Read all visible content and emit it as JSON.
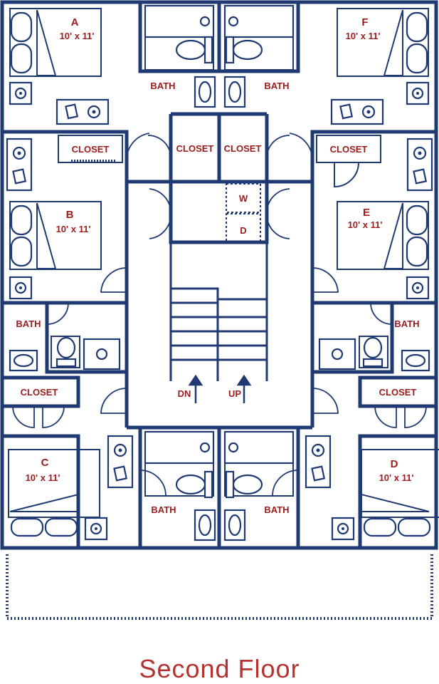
{
  "title": "Second Floor",
  "colors": {
    "walls": "#1f3a73",
    "labels": "#9b1c1c",
    "caption": "#b5332f"
  },
  "rooms": {
    "a": {
      "letter": "A",
      "size": "10' x 11'"
    },
    "b": {
      "letter": "B",
      "size": "10' x 11'"
    },
    "c": {
      "letter": "C",
      "size": "10' x 11'"
    },
    "d": {
      "letter": "D",
      "size": "10' x 11'"
    },
    "e": {
      "letter": "E",
      "size": "10' x 11'"
    },
    "f": {
      "letter": "F",
      "size": "10' x 11'"
    }
  },
  "labels": {
    "bath": "BATH",
    "closet": "CLOSET",
    "washer": "W",
    "dryer": "D",
    "down": "DN",
    "up": "UP"
  }
}
